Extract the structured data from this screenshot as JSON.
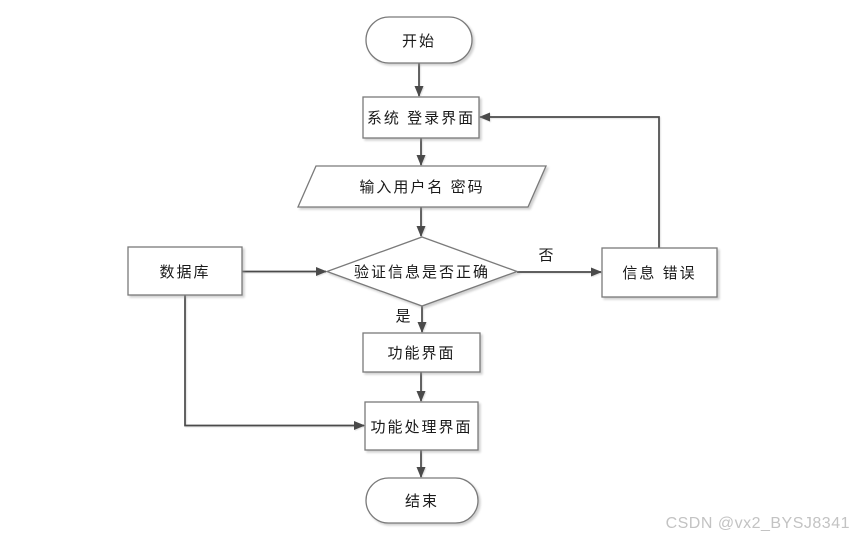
{
  "diagram": {
    "type": "flowchart",
    "nodes": {
      "start": {
        "label": "开始",
        "shape": "terminator"
      },
      "login": {
        "label": "系统 登录界面",
        "shape": "process"
      },
      "input": {
        "label": "输入用户名 密码",
        "shape": "data"
      },
      "verify": {
        "label": "验证信息是否正确",
        "shape": "decision"
      },
      "database": {
        "label": "数据库",
        "shape": "process"
      },
      "error": {
        "label": "信息 错误",
        "shape": "process"
      },
      "function_ui": {
        "label": "功能界面",
        "shape": "process"
      },
      "process_ui": {
        "label": "功能处理界面",
        "shape": "process"
      },
      "end": {
        "label": "结束",
        "shape": "terminator"
      }
    },
    "edges": [
      {
        "from": "start",
        "to": "login",
        "label": ""
      },
      {
        "from": "login",
        "to": "input",
        "label": ""
      },
      {
        "from": "input",
        "to": "verify",
        "label": ""
      },
      {
        "from": "database",
        "to": "verify",
        "label": ""
      },
      {
        "from": "verify",
        "to": "error",
        "label": "否"
      },
      {
        "from": "error",
        "to": "login",
        "label": ""
      },
      {
        "from": "verify",
        "to": "function_ui",
        "label": "是"
      },
      {
        "from": "function_ui",
        "to": "process_ui",
        "label": ""
      },
      {
        "from": "database",
        "to": "process_ui",
        "label": ""
      },
      {
        "from": "process_ui",
        "to": "end",
        "label": ""
      }
    ]
  },
  "watermark": {
    "text": "CSDN @vx2_BYSJ8341",
    "color": "#c3c3c3"
  },
  "colors": {
    "connector": "#4a4a4a",
    "shape_border": "#7a7a7a",
    "shape_fill": "#ffffff",
    "text": "#1a1a1a",
    "background": "#ffffff"
  }
}
